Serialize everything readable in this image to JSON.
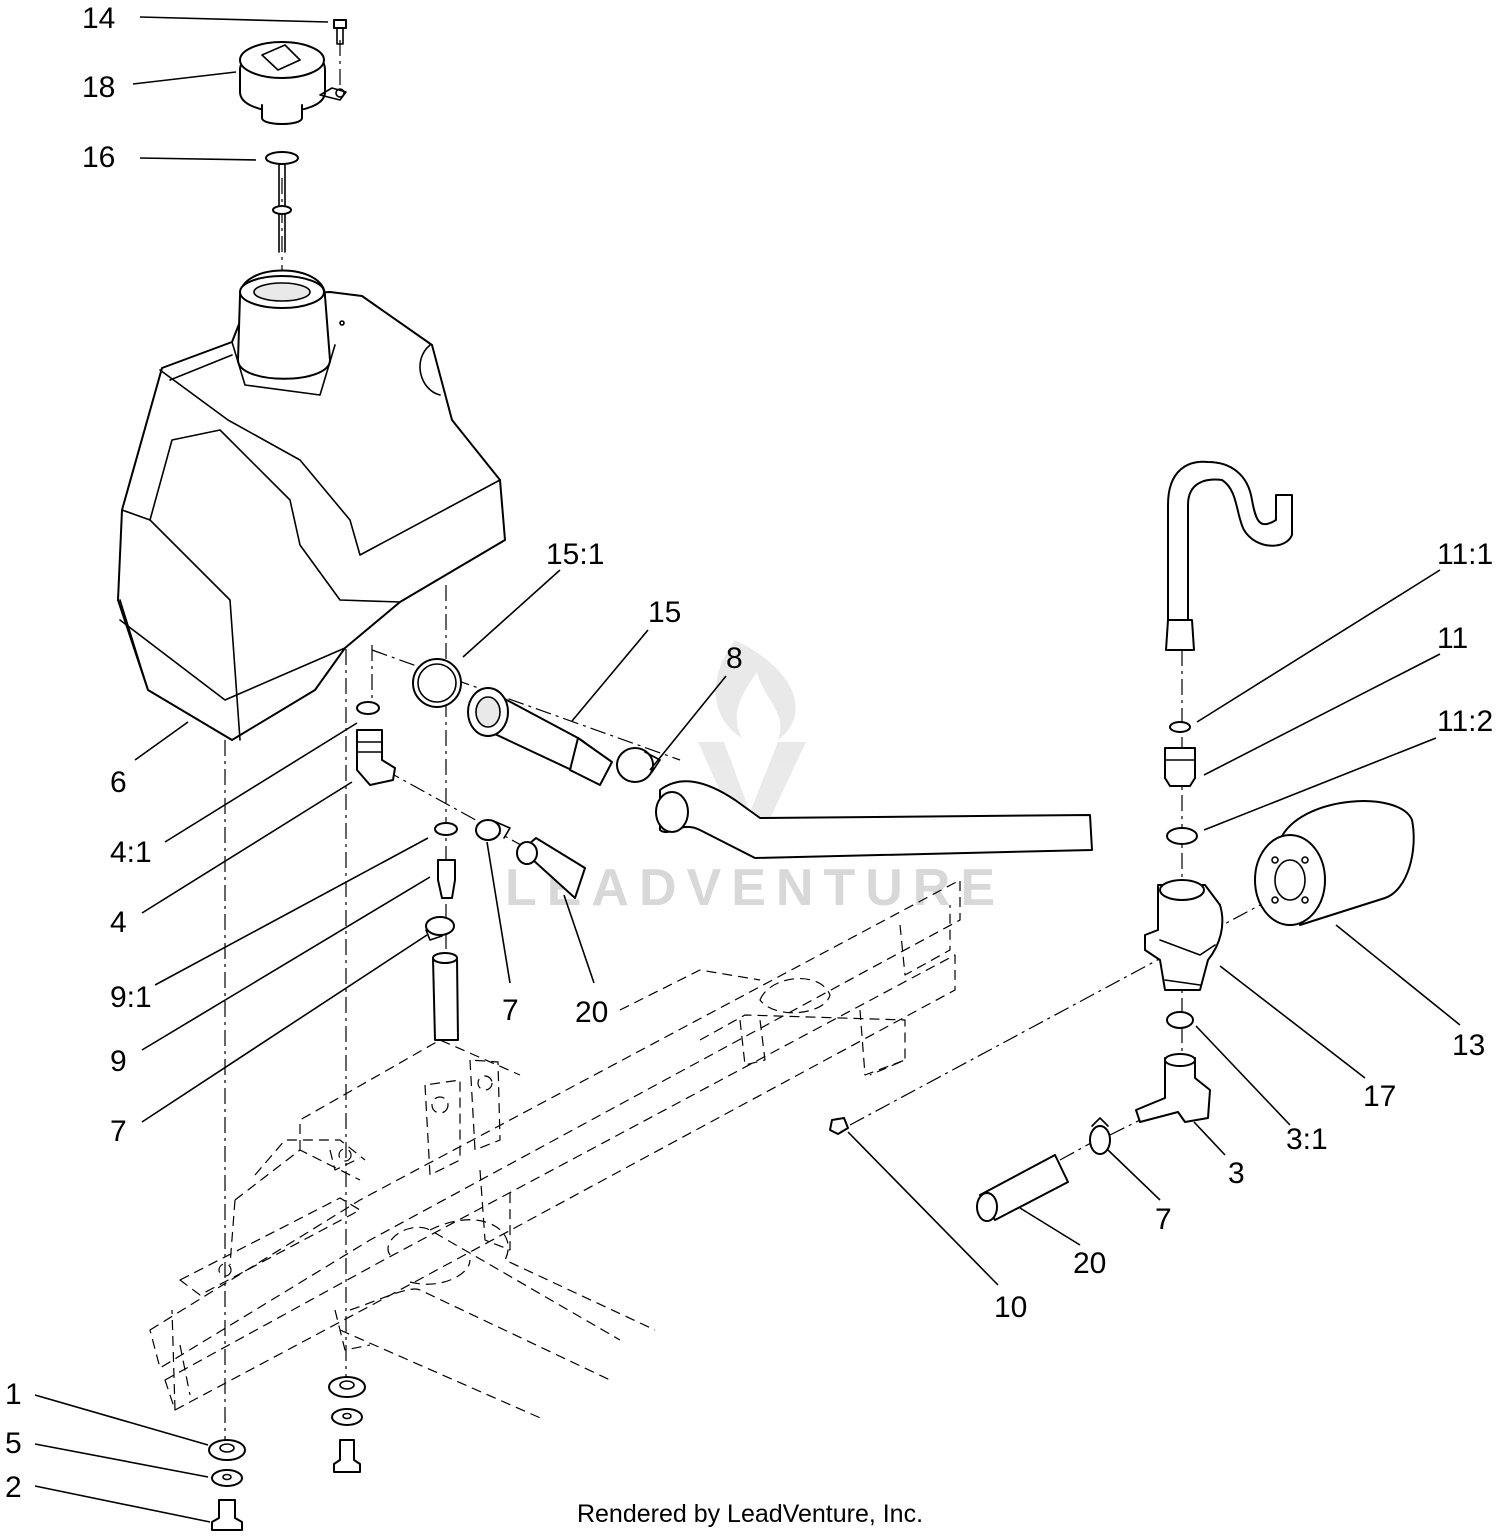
{
  "diagram": {
    "callouts": [
      {
        "id": "c14",
        "label": "14"
      },
      {
        "id": "c18",
        "label": "18"
      },
      {
        "id": "c16",
        "label": "16"
      },
      {
        "id": "c15-1",
        "label": "15:1"
      },
      {
        "id": "c15",
        "label": "15"
      },
      {
        "id": "c8",
        "label": "8"
      },
      {
        "id": "c6",
        "label": "6"
      },
      {
        "id": "c4-1",
        "label": "4:1"
      },
      {
        "id": "c4",
        "label": "4"
      },
      {
        "id": "c9-1",
        "label": "9:1"
      },
      {
        "id": "c9",
        "label": "9"
      },
      {
        "id": "c7a",
        "label": "7"
      },
      {
        "id": "c7b",
        "label": "7"
      },
      {
        "id": "c20a",
        "label": "20"
      },
      {
        "id": "c11-1",
        "label": "11:1"
      },
      {
        "id": "c11",
        "label": "11"
      },
      {
        "id": "c11-2",
        "label": "11:2"
      },
      {
        "id": "c13",
        "label": "13"
      },
      {
        "id": "c17",
        "label": "17"
      },
      {
        "id": "c3-1",
        "label": "3:1"
      },
      {
        "id": "c3",
        "label": "3"
      },
      {
        "id": "c7c",
        "label": "7"
      },
      {
        "id": "c20b",
        "label": "20"
      },
      {
        "id": "c10",
        "label": "10"
      },
      {
        "id": "c1",
        "label": "1"
      },
      {
        "id": "c5",
        "label": "5"
      },
      {
        "id": "c2",
        "label": "2"
      }
    ],
    "watermark": "LEADVENTURE",
    "footer": "Rendered by LeadVenture, Inc."
  }
}
